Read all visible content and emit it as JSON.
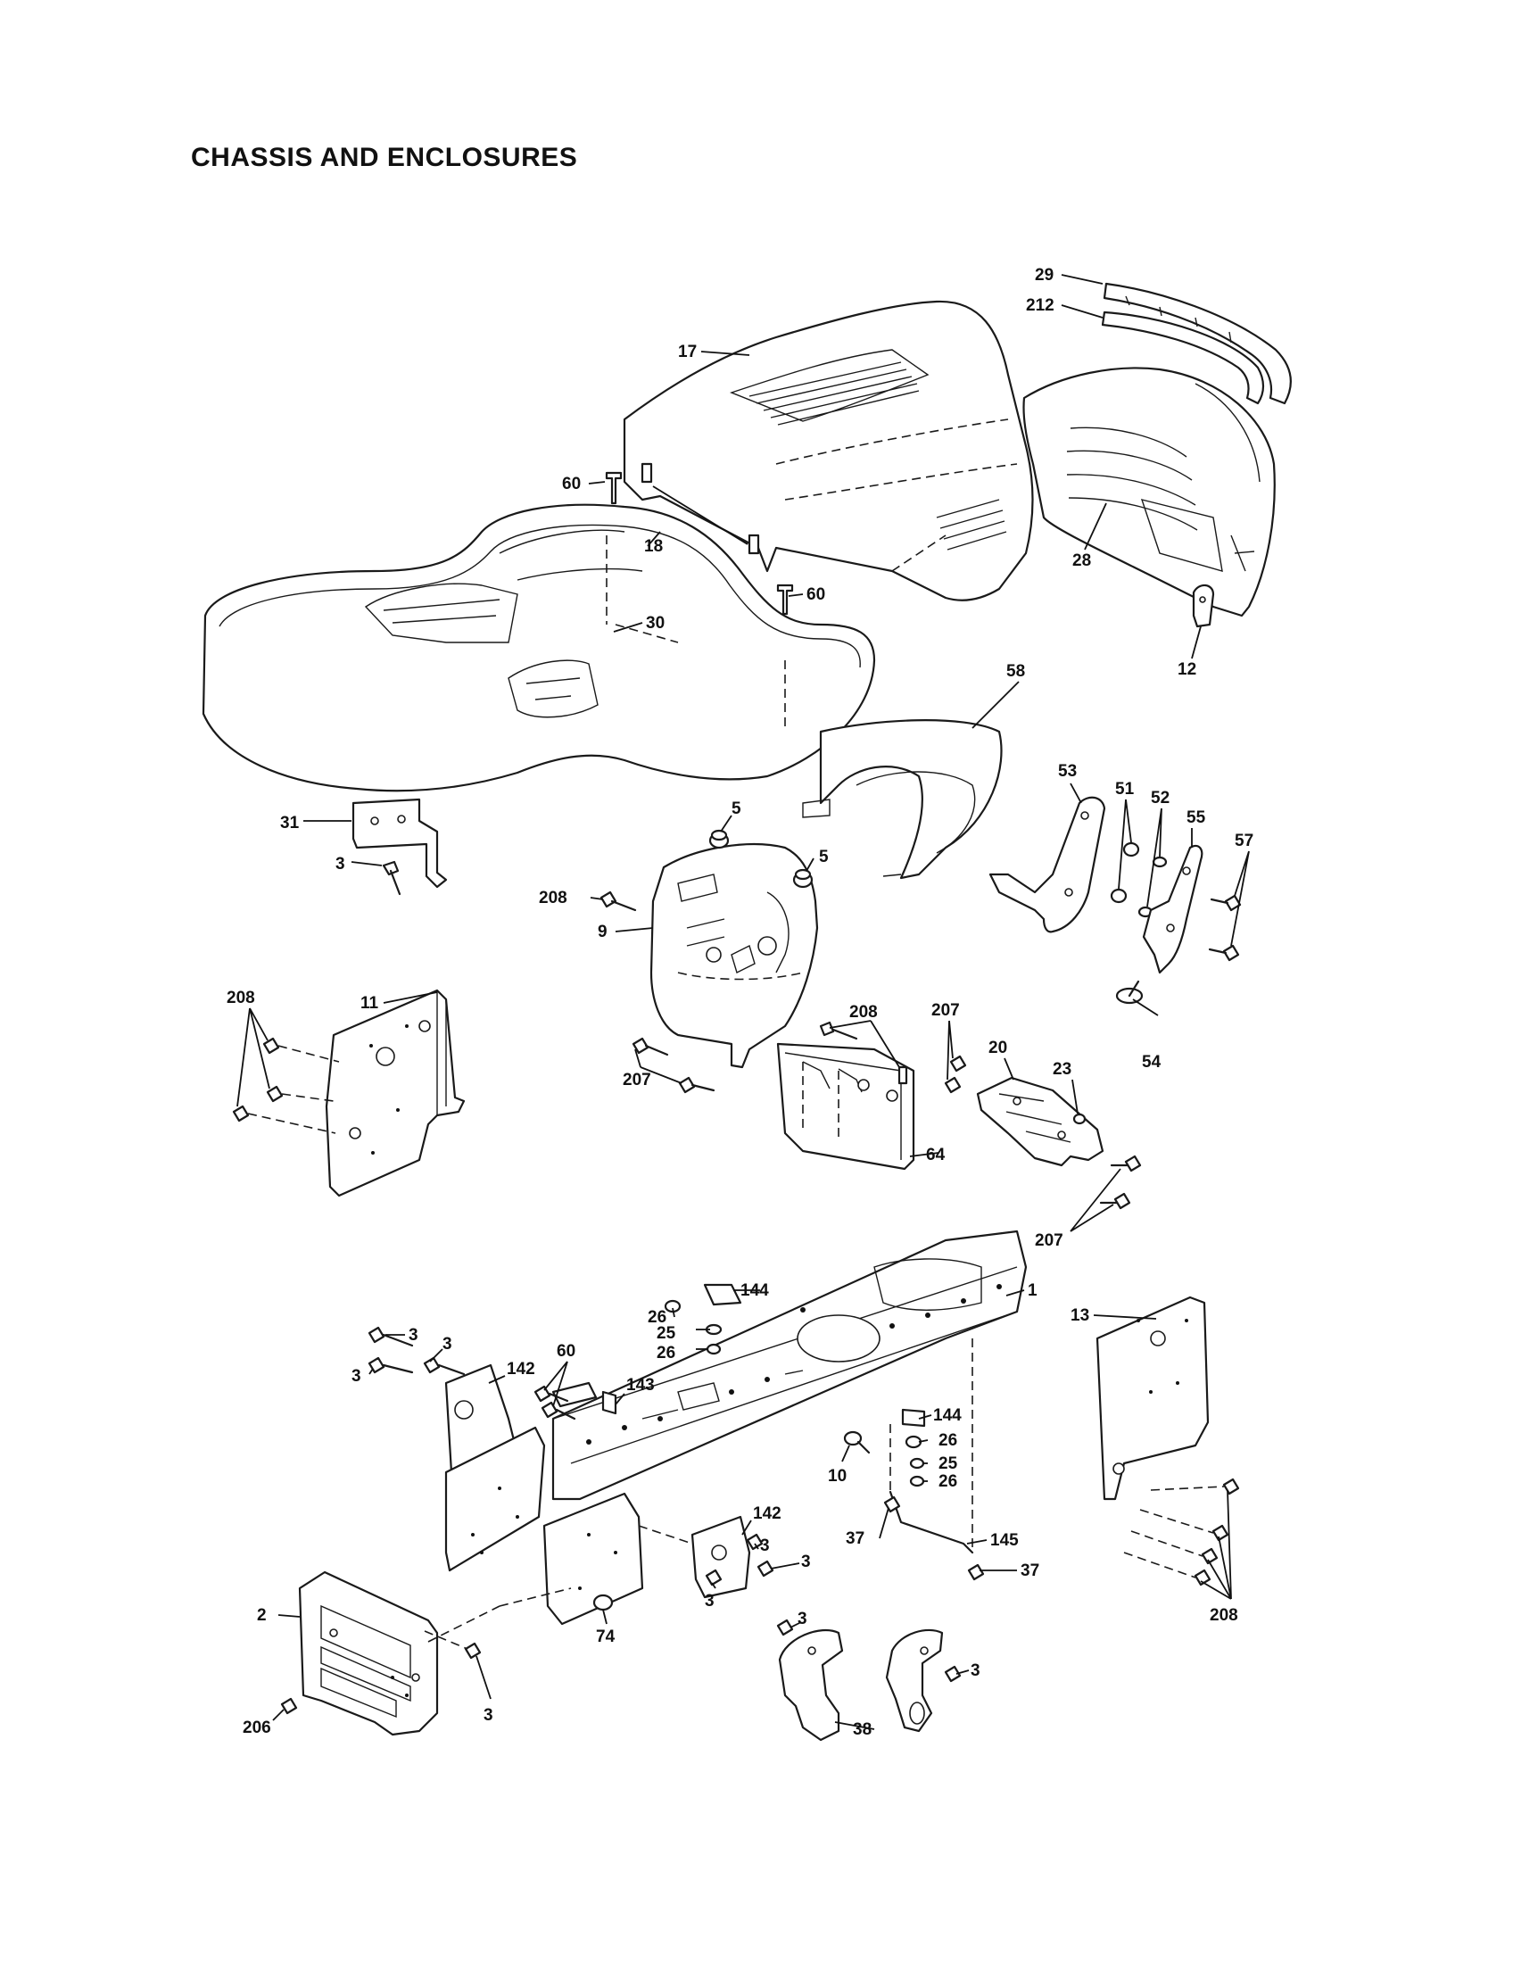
{
  "title": "CHASSIS AND ENCLOSURES",
  "callouts": [
    "29",
    "212",
    "17",
    "60",
    "18",
    "60",
    "30",
    "28",
    "12",
    "58",
    "5",
    "5",
    "53",
    "51",
    "52",
    "55",
    "57",
    "31",
    "3",
    "208",
    "9",
    "54",
    "208",
    "11",
    "208",
    "207",
    "207",
    "20",
    "23",
    "64",
    "207",
    "1",
    "144",
    "26",
    "25",
    "26",
    "13",
    "3",
    "3",
    "3",
    "142",
    "60",
    "143",
    "144",
    "26",
    "25",
    "26",
    "10",
    "142",
    "3",
    "3",
    "3",
    "37",
    "145",
    "37",
    "208",
    "2",
    "74",
    "3",
    "3",
    "38",
    "206",
    "3"
  ]
}
